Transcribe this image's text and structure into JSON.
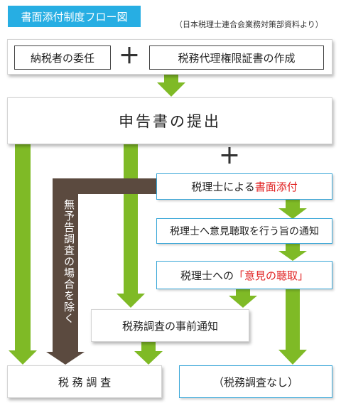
{
  "title": "書面添付制度フロー図",
  "source_note": "（日本税理士連合会業務対策部資料より）",
  "plus_sign": "＋",
  "nodes": {
    "delegation": "納税者の委任",
    "certificate": "税務代理権限証書の作成",
    "filing": "申告書の提出",
    "attachment_prefix": "税理士による",
    "attachment_highlight": "書面添付",
    "hearing_notice": "税理士へ意見聴取を行う旨の通知",
    "hearing_prefix": "税理士への",
    "hearing_highlight": "「意見の聴取」",
    "pre_notice": "税務調査の事前通知",
    "audit": "税 務 調 査",
    "no_audit": "（税務調査なし）"
  },
  "exception_label": "無予告調査の場合を除く",
  "colors": {
    "title_bg": "#27aee3",
    "arrow_green": "#7fba26",
    "arrow_brown": "#5b4a3f",
    "highlight_red": "#e02020",
    "box_border_blue": "#3aa7d8"
  }
}
